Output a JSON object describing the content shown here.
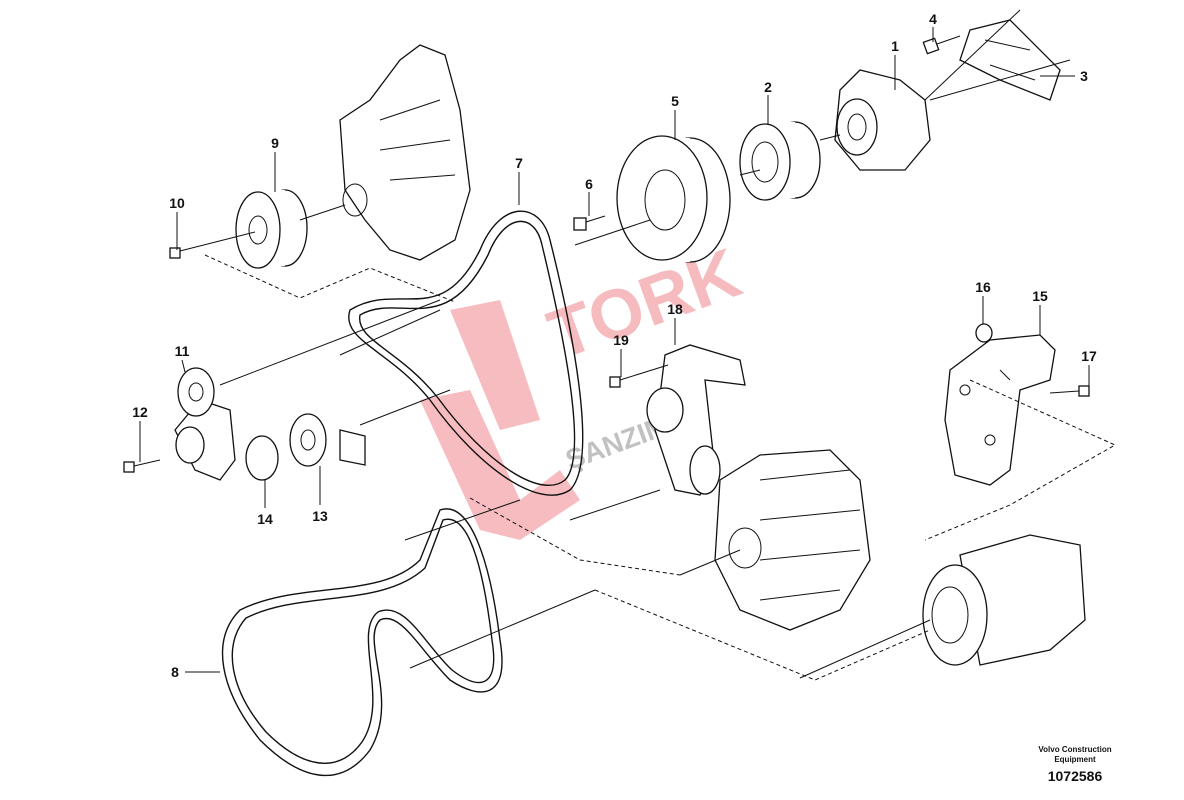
{
  "callouts": {
    "c1": "1",
    "c2": "2",
    "c3": "3",
    "c4": "4",
    "c5": "5",
    "c6": "6",
    "c7": "7",
    "c8": "8",
    "c9": "9",
    "c10": "10",
    "c11": "11",
    "c12": "12",
    "c13": "13",
    "c14": "14",
    "c15": "15",
    "c16": "16",
    "c17": "17",
    "c18": "18",
    "c19": "19"
  },
  "footer": {
    "company_line1": "Volvo Construction",
    "company_line2": "Equipment",
    "drawing_number": "1072586"
  },
  "watermark": {
    "brand": "TORK",
    "subtitle": "ŞANZIMAN"
  }
}
